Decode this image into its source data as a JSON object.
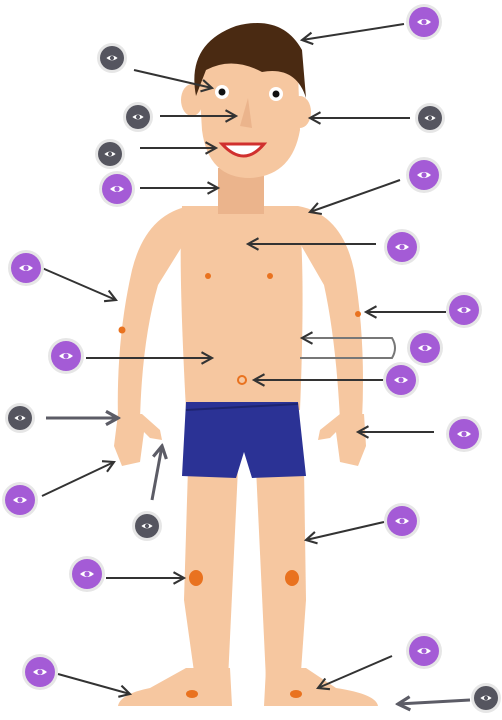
{
  "colors": {
    "skin": "#F6C7A0",
    "skin_shade": "#EBB48C",
    "hair": "#4A2A12",
    "shorts": "#2B3295",
    "shorts_band": "#1E2470",
    "mark": "#E9721F",
    "arrow": "#333333",
    "arrow_light": "#5C5C66",
    "btn_purple": "#A45BD6",
    "btn_purple_ring": "#E6E6E6",
    "btn_gray": "#55555F",
    "btn_gray_ring": "#E6E6E6",
    "eye": "#FFFFFF"
  },
  "icons": {
    "hotspot": "eye-icon",
    "pointer": "arrow-icon"
  },
  "hotspots": [
    {
      "id": "hair",
      "style": "purple"
    },
    {
      "id": "eye",
      "style": "gray"
    },
    {
      "id": "nose",
      "style": "gray"
    },
    {
      "id": "ear",
      "style": "gray"
    },
    {
      "id": "mouth",
      "style": "gray"
    },
    {
      "id": "neck",
      "style": "purple"
    },
    {
      "id": "shoulder",
      "style": "purple"
    },
    {
      "id": "chest",
      "style": "purple"
    },
    {
      "id": "upper-arm",
      "style": "purple"
    },
    {
      "id": "elbow",
      "style": "purple"
    },
    {
      "id": "back",
      "style": "purple"
    },
    {
      "id": "stomach",
      "style": "purple"
    },
    {
      "id": "navel",
      "style": "purple"
    },
    {
      "id": "wrist",
      "style": "gray"
    },
    {
      "id": "hand",
      "style": "purple"
    },
    {
      "id": "fingers",
      "style": "purple"
    },
    {
      "id": "thumb",
      "style": "gray"
    },
    {
      "id": "thigh",
      "style": "purple"
    },
    {
      "id": "knee",
      "style": "purple"
    },
    {
      "id": "ankle",
      "style": "purple"
    },
    {
      "id": "foot",
      "style": "purple"
    },
    {
      "id": "toes",
      "style": "gray"
    }
  ]
}
